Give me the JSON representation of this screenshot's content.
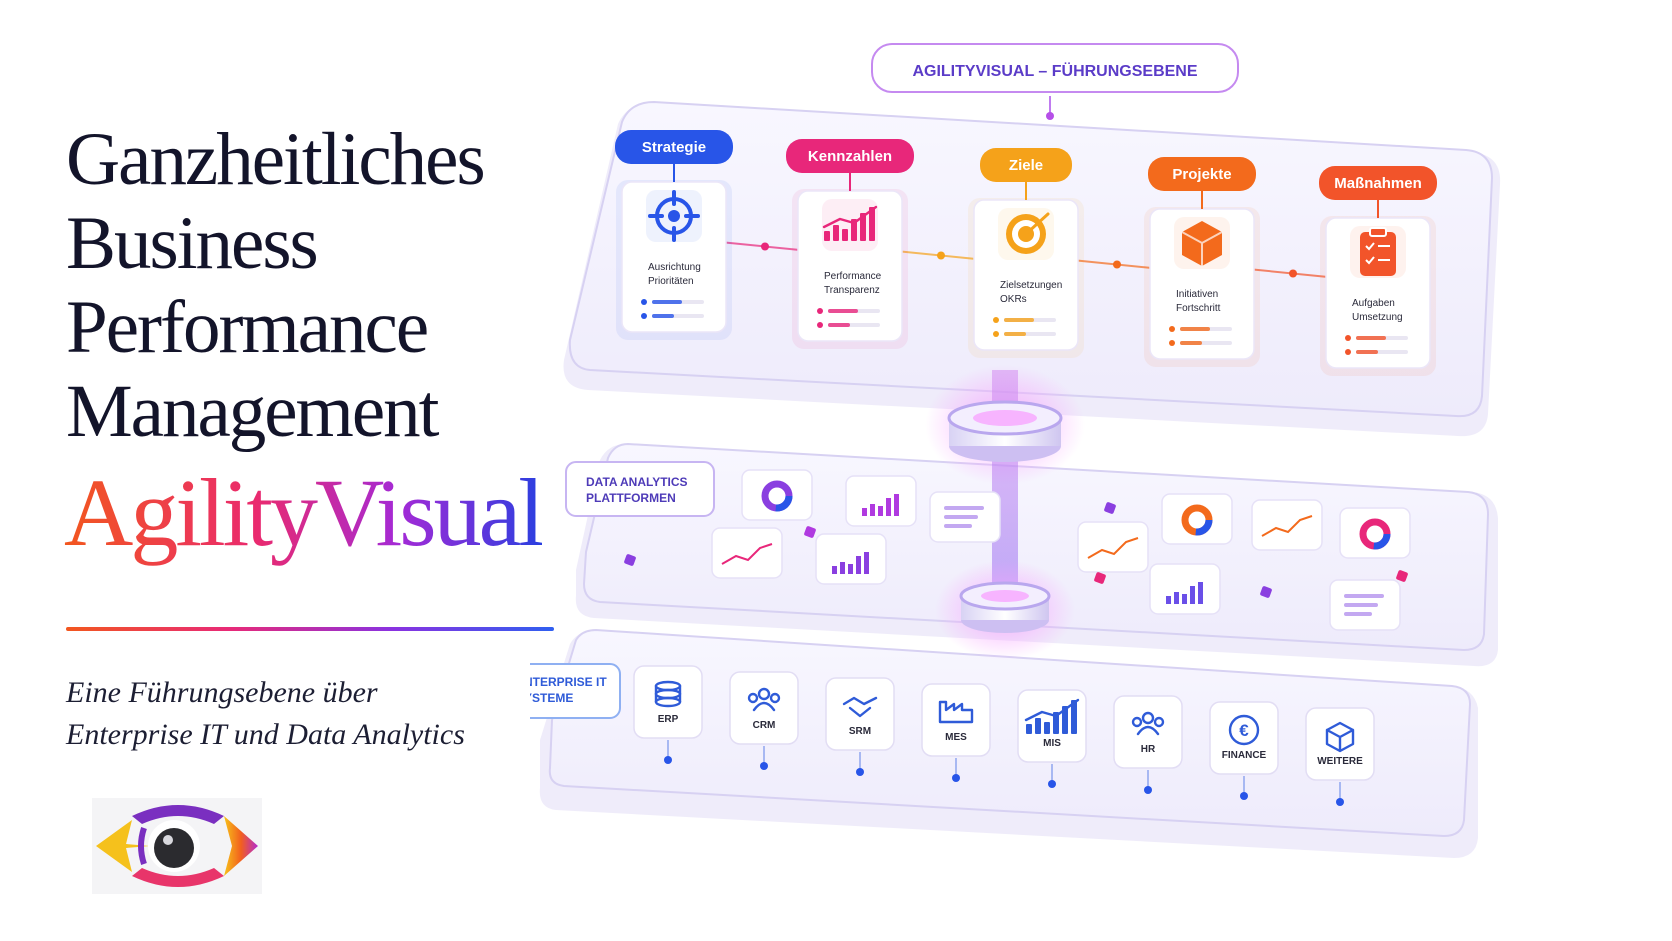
{
  "headline": [
    "Ganzheitliches",
    "Business",
    "Performance",
    "Management"
  ],
  "brand": "AgilityVisual",
  "tagline": [
    "Eine Führungsebene über",
    "Enterprise IT und Data Analytics"
  ],
  "diagram": {
    "top_label": "AGILITYVISUAL – FÜHRUNGSEBENE",
    "leadership_cards": [
      {
        "tag": "Strategie",
        "icon": "target-crosshair-icon",
        "lines": [
          "Ausrichtung",
          "Prioritäten"
        ],
        "color": "#2855e8"
      },
      {
        "tag": "Kennzahlen",
        "icon": "bar-chart-icon",
        "lines": [
          "Performance",
          "Transparenz"
        ],
        "color": "#e8277a"
      },
      {
        "tag": "Ziele",
        "icon": "bullseye-icon",
        "lines": [
          "Zielsetzungen",
          "OKRs"
        ],
        "color": "#f5a21a"
      },
      {
        "tag": "Projekte",
        "icon": "cube-icon",
        "lines": [
          "Initiativen",
          "Fortschritt"
        ],
        "color": "#f36a1c"
      },
      {
        "tag": "Maßnahmen",
        "icon": "clipboard-checklist-icon",
        "lines": [
          "Aufgaben",
          "Umsetzung"
        ],
        "color": "#f2542a"
      }
    ],
    "analytics_label": [
      "DATA ANALYTICS",
      "PLATTFORMEN"
    ],
    "enterprise_label": [
      "ENTERPRISE IT",
      "SYSTEME"
    ],
    "systems": [
      {
        "label": "ERP",
        "icon": "database-icon"
      },
      {
        "label": "CRM",
        "icon": "users-icon"
      },
      {
        "label": "SRM",
        "icon": "handshake-icon"
      },
      {
        "label": "MES",
        "icon": "factory-icon"
      },
      {
        "label": "MIS",
        "icon": "bar-chart-icon"
      },
      {
        "label": "HR",
        "icon": "people-icon"
      },
      {
        "label": "FINANCE",
        "icon": "euro-icon"
      },
      {
        "label": "WEITERE",
        "icon": "box-icon"
      }
    ],
    "colors": {
      "blue": "#2855e8",
      "pink": "#e8277a",
      "orange": "#f36a1c",
      "purple": "#8a3fe0"
    }
  }
}
